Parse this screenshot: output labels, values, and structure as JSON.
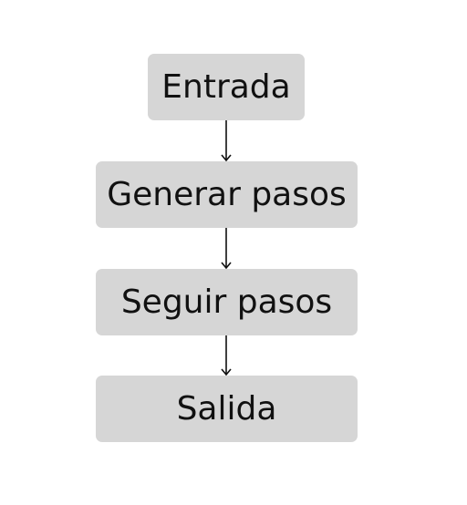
{
  "diagram": {
    "nodes": [
      {
        "id": "input",
        "label": "Entrada"
      },
      {
        "id": "generate",
        "label": "Generar pasos"
      },
      {
        "id": "follow",
        "label": "Seguir pasos"
      },
      {
        "id": "output",
        "label": "Salida"
      }
    ],
    "edges": [
      {
        "from": "input",
        "to": "generate"
      },
      {
        "from": "generate",
        "to": "follow"
      },
      {
        "from": "follow",
        "to": "output"
      }
    ]
  },
  "colors": {
    "node_fill": "#d6d6d6",
    "text": "#111111",
    "edge": "#111111",
    "background": "#ffffff"
  }
}
